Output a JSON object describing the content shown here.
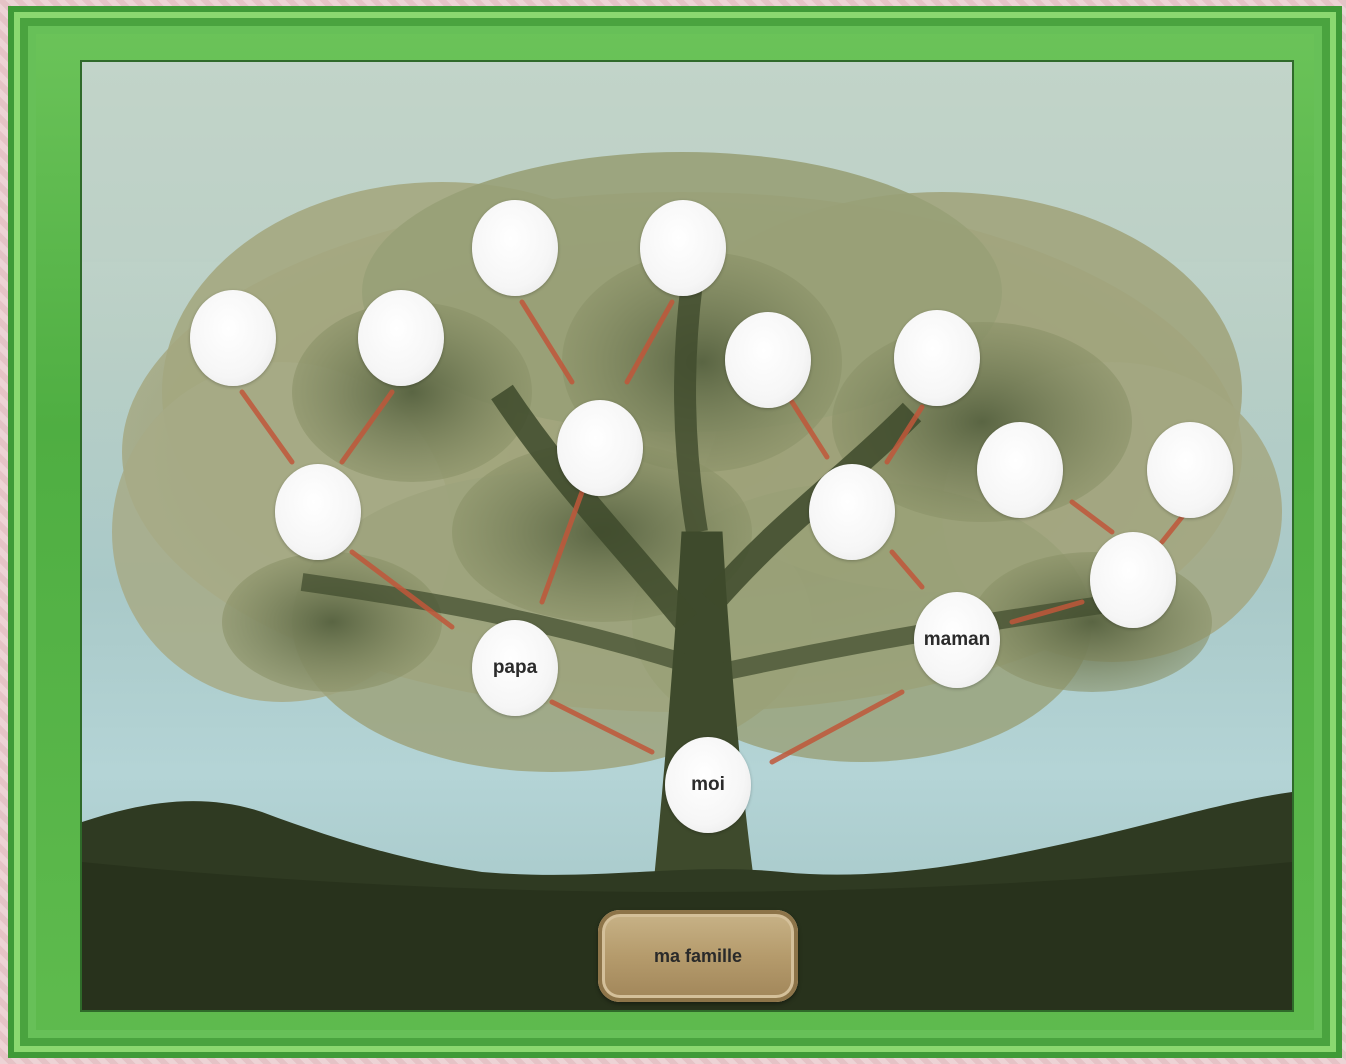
{
  "title": "ma famille",
  "nodes": {
    "moi": "moi",
    "papa": "papa",
    "maman": "maman"
  },
  "colors": {
    "frame": "#5fbb4e",
    "connector": "#c0573a",
    "foliage": "#8f9670",
    "ground": "#2f3a22"
  }
}
